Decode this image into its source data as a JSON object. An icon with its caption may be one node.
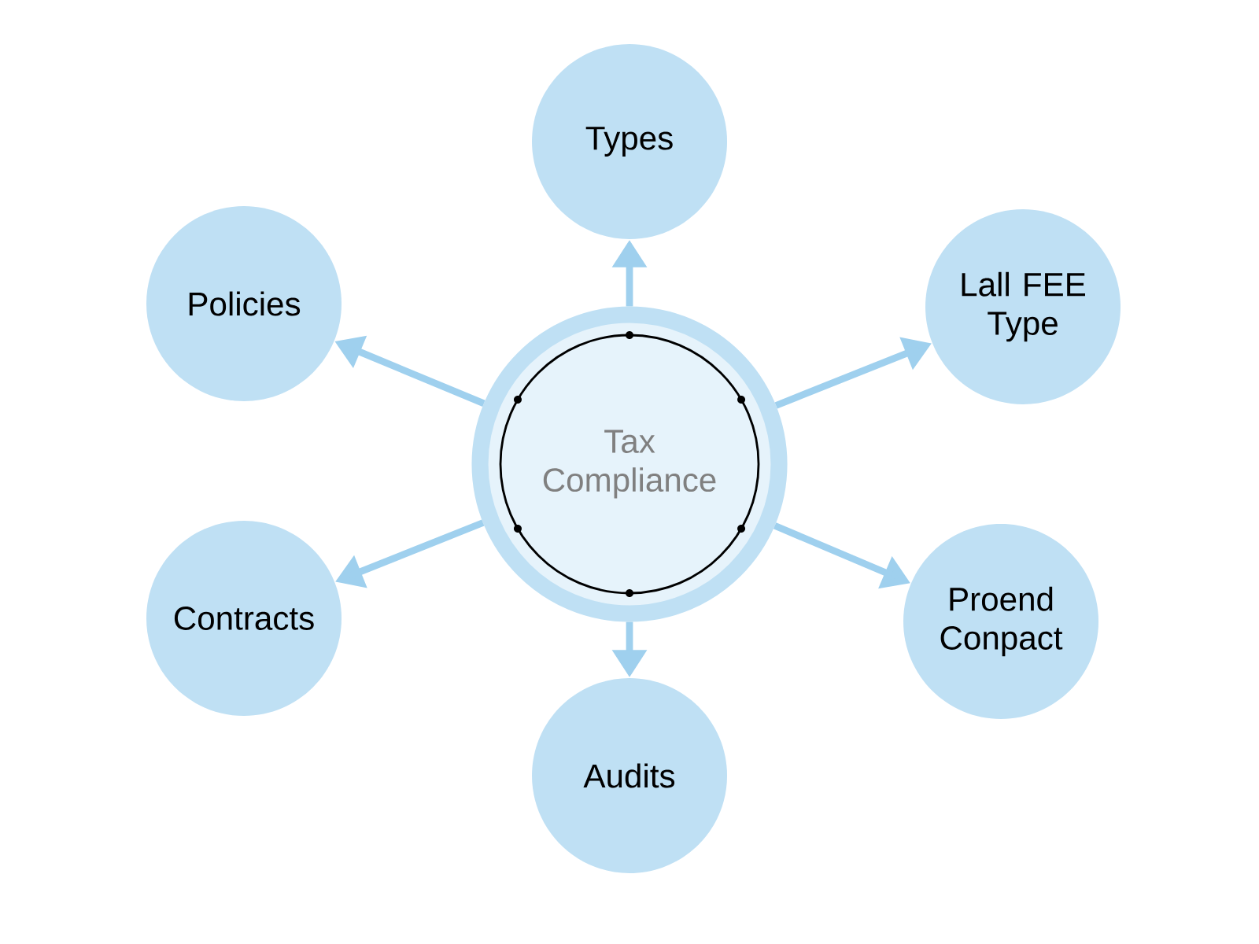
{
  "diagram": {
    "nodes": [
      {
        "text": [
          "Tax Compliance"
        ]
      },
      {
        "text": [
          "Types"
        ]
      },
      {
        "text": [
          "Lall FEE Type"
        ]
      },
      {
        "text": [
          "Proend Conpact"
        ]
      },
      {
        "text": [
          "Audits"
        ]
      },
      {
        "text": [
          "Contracts"
        ]
      },
      {
        "text": [
          "Policies"
        ]
      }
    ],
    "edges": [
      {
        "from": 0,
        "to": 1,
        "arrow": "to"
      },
      {
        "from": 0,
        "to": 2,
        "arrow": "to"
      },
      {
        "from": 0,
        "to": 3,
        "arrow": "to"
      },
      {
        "from": 0,
        "to": 4,
        "arrow": "to"
      },
      {
        "from": 0,
        "to": 5,
        "arrow": "to"
      },
      {
        "from": 0,
        "to": 6,
        "arrow": "to"
      }
    ]
  }
}
